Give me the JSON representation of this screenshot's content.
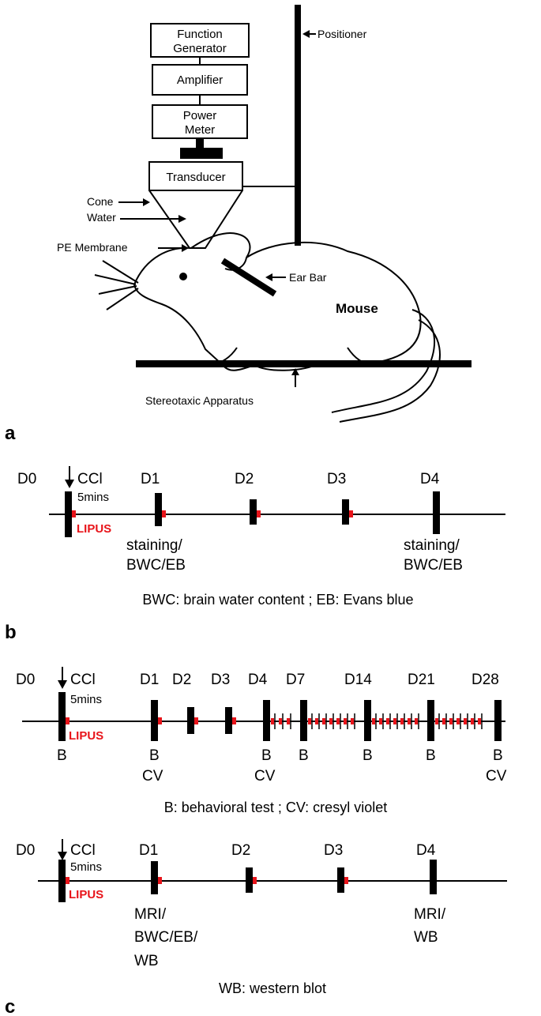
{
  "panel_a": {
    "label": "a",
    "boxes": {
      "function_generator": [
        "Function",
        "Generator"
      ],
      "amplifier": "Amplifier",
      "power_meter": [
        "Power",
        "Meter"
      ],
      "transducer": "Transducer"
    },
    "labels": {
      "positioner": "Positioner",
      "cone": "Cone",
      "water": "Water",
      "pe_membrane": "PE Membrane",
      "ear_bar": "Ear Bar",
      "mouse": "Mouse",
      "stereotaxic": "Stereotaxic Apparatus"
    }
  },
  "panel_b": {
    "label": "b",
    "days": [
      "D0",
      "D1",
      "D2",
      "D3",
      "D4"
    ],
    "ccl": "CCl",
    "duration": "5mins",
    "lipus": "LIPUS",
    "below": [
      [
        "staining/",
        "BWC/EB"
      ],
      [
        "staining/",
        "BWC/EB"
      ]
    ],
    "footnote": "BWC: brain water content ; EB: Evans blue"
  },
  "panel_c1": {
    "days": [
      "D0",
      "D1",
      "D2",
      "D3",
      "D4",
      "D7",
      "D14",
      "D21",
      "D28"
    ],
    "ccl": "CCl",
    "duration": "5mins",
    "lipus": "LIPUS",
    "below": [
      "B",
      "B",
      "CV",
      "B",
      "CV",
      "B",
      "B",
      "B",
      "B",
      "CV"
    ],
    "footnote": "B: behavioral test ; CV: cresyl violet"
  },
  "panel_c2": {
    "label": "c",
    "days": [
      "D0",
      "D1",
      "D2",
      "D3",
      "D4"
    ],
    "ccl": "CCl",
    "duration": "5mins",
    "lipus": "LIPUS",
    "below": [
      [
        "MRI/",
        "BWC/EB/",
        "WB"
      ],
      [
        "MRI/",
        "WB"
      ]
    ],
    "footnote": "WB: western blot"
  },
  "colors": {
    "lipus": "#e8141a",
    "ink": "#000000"
  }
}
